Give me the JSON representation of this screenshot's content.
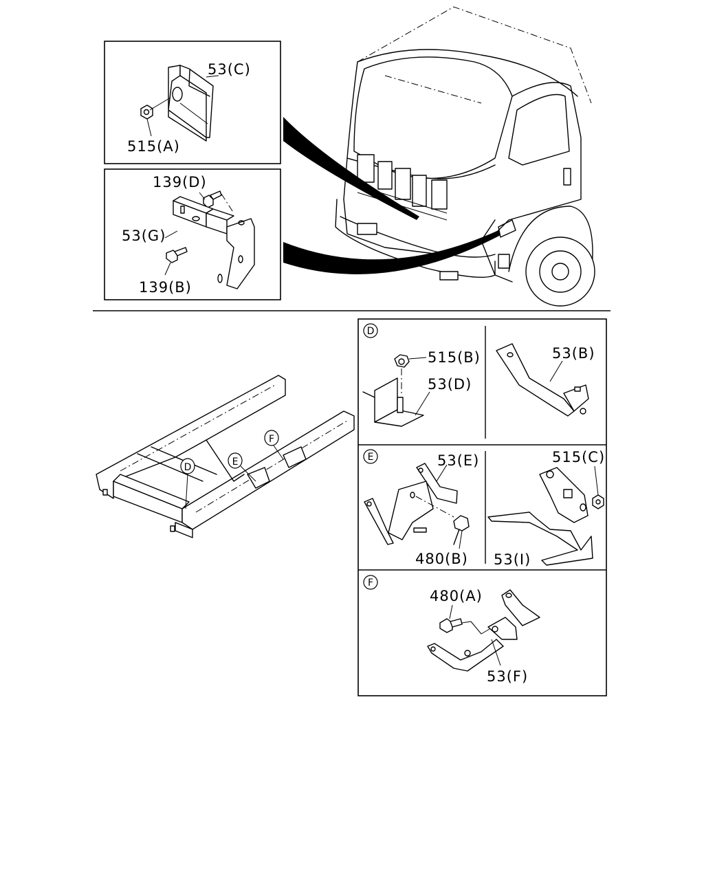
{
  "callouts": {
    "top_box1": {
      "part_53c": "53(C)",
      "nut_515a": "515(A)"
    },
    "top_box2": {
      "bolt_139d": "139(D)",
      "bracket_53g": "53(G)",
      "bolt_139b": "139(B)"
    },
    "detail_d": {
      "letter": "D",
      "nut_515b": "515(B)",
      "bracket_53d": "53(D)",
      "bracket_53b": "53(B)"
    },
    "detail_e": {
      "letter": "E",
      "bracket_53e": "53(E)",
      "bolt_480b": "480(B)",
      "nut_515c": "515(C)",
      "bracket_53i": "53(I)"
    },
    "detail_f": {
      "letter": "F",
      "bolt_480a": "480(A)",
      "bracket_53f": "53(F)"
    },
    "frame_markers": [
      "D",
      "E",
      "F"
    ]
  }
}
